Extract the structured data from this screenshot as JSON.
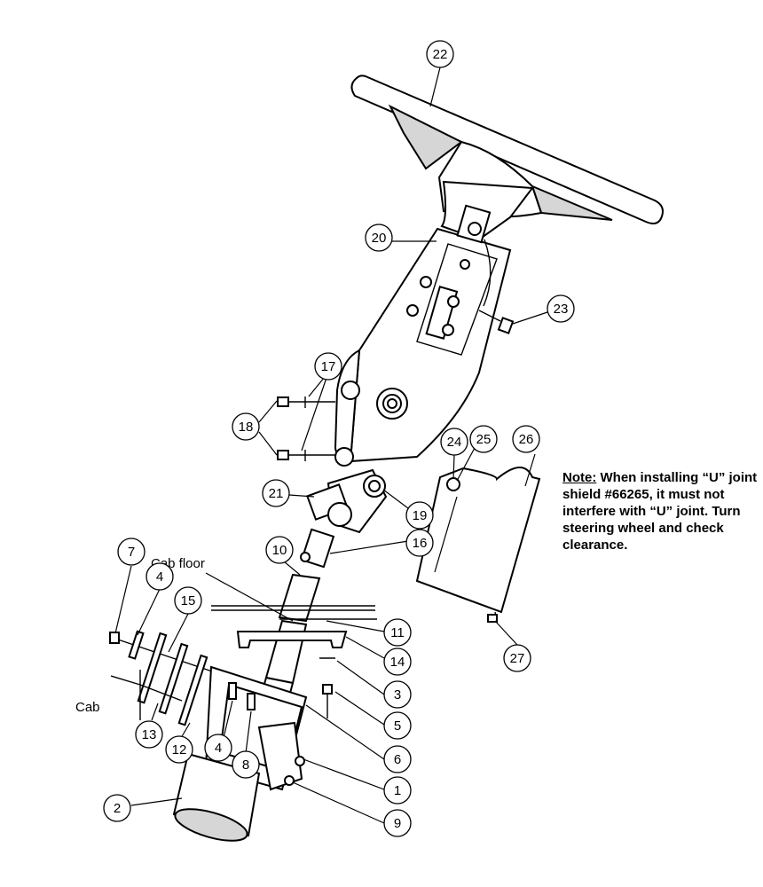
{
  "labels": {
    "cab_floor": "Cab floor",
    "cab": "Cab"
  },
  "note": {
    "heading": "Note:",
    "body": " When installing “U” joint shield #66265, it must not interfere with “U” joint. Turn steering wheel and check clearance."
  },
  "callouts": {
    "c1": "1",
    "c2": "2",
    "c3": "3",
    "c4a": "4",
    "c4b": "4",
    "c5": "5",
    "c6": "6",
    "c7": "7",
    "c8": "8",
    "c9": "9",
    "c10": "10",
    "c11": "11",
    "c12": "12",
    "c13": "13",
    "c14": "14",
    "c15": "15",
    "c16": "16",
    "c17": "17",
    "c18": "18",
    "c19": "19",
    "c20": "20",
    "c21": "21",
    "c22": "22",
    "c23": "23",
    "c24": "24",
    "c25": "25",
    "c26": "26",
    "c27": "27"
  }
}
